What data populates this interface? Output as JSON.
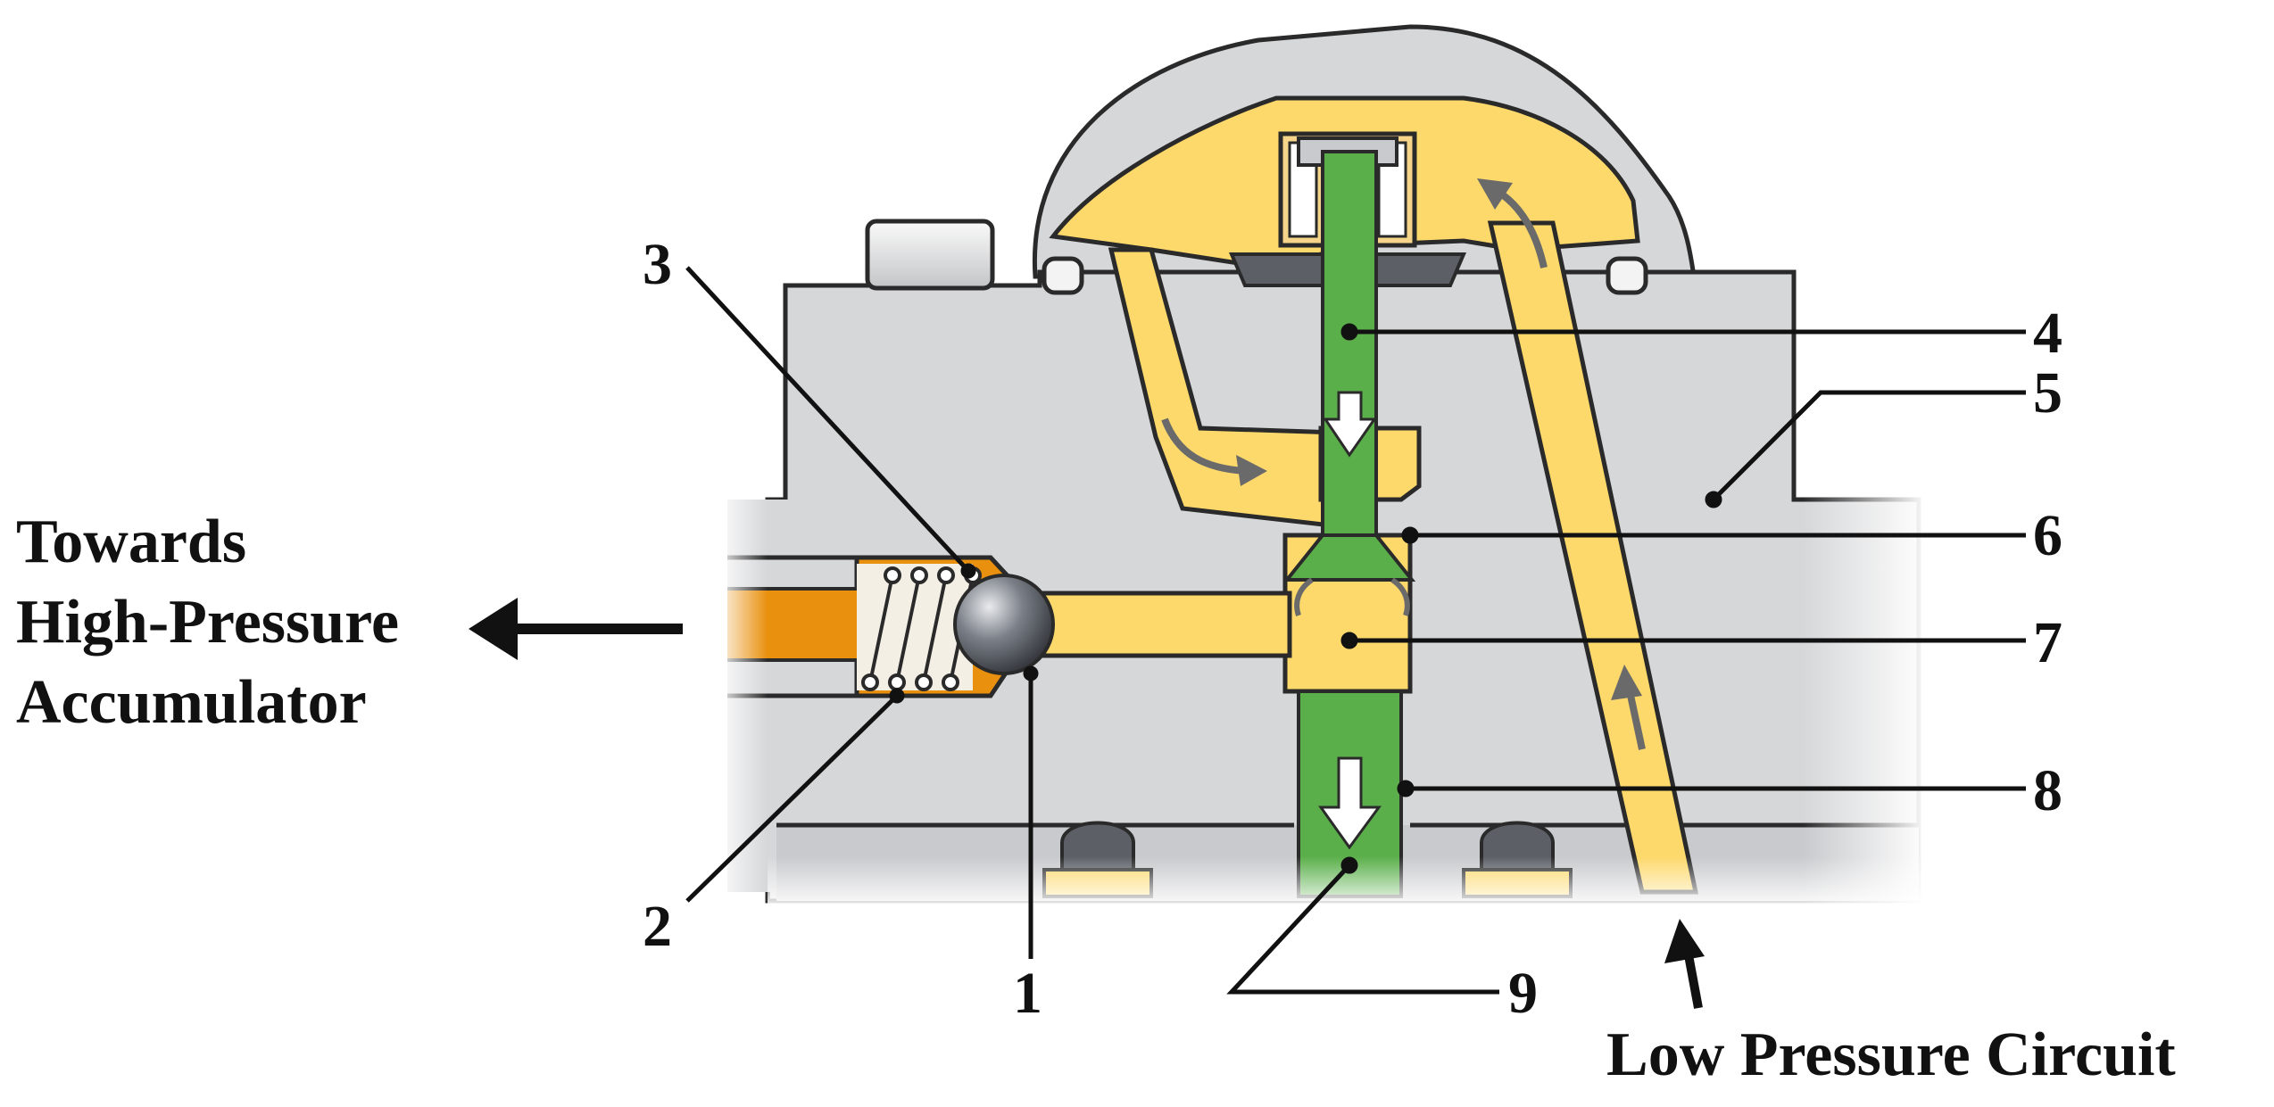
{
  "labels": {
    "n1": "1",
    "n2": "2",
    "n3": "3",
    "n4": "4",
    "n5": "5",
    "n6": "6",
    "n7": "7",
    "n8": "8",
    "n9": "9"
  },
  "left_caption": {
    "line1": "Towards",
    "line2": "High-Pressure",
    "line3": "Accumulator"
  },
  "bottom_caption": "Low Pressure Circuit",
  "colors": {
    "fuel_yellow": "#fdd96b",
    "fuel_orange": "#e9900f",
    "plunger_green": "#5aaf4a",
    "housing_gray": "#d6d7d9",
    "outline": "#2a2a2a",
    "ball_gray": "#5c6066"
  }
}
